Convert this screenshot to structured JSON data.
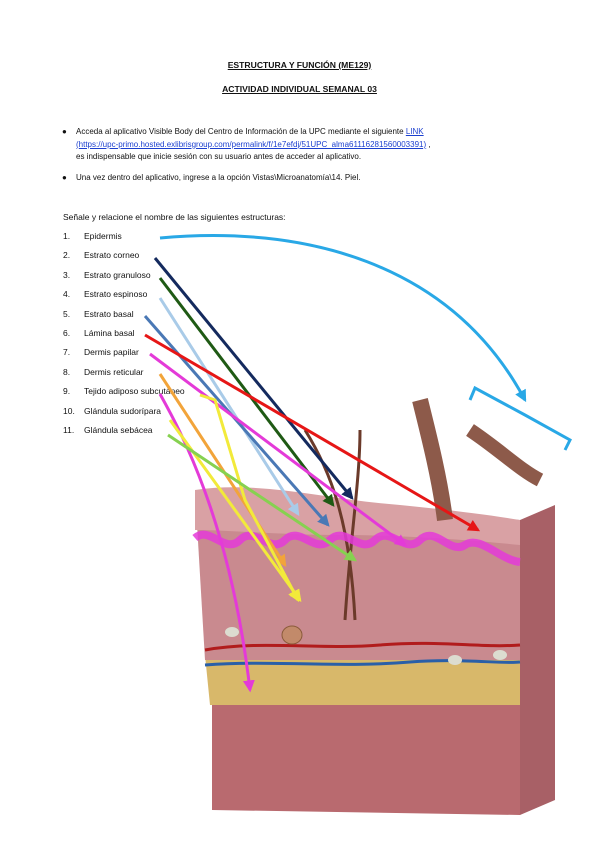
{
  "header": {
    "course_title": "ESTRUCTURA Y FUNCIÓN (ME129)",
    "activity_title": "ACTIVIDAD INDIVIDUAL SEMANAL 03"
  },
  "instructions": {
    "b1_text": "Acceda al aplicativo Visible Body del Centro de Información de la UPC mediante el siguiente ",
    "b1_link": "LINK",
    "b1_url": "(https://upc-primo.hosted.exlibrisgroup.com/permalink/f/1e7efdj/51UPC_alma61116281560003391)",
    "b1_tail": " ,",
    "b1_line3": "es indispensable que inicie sesión con su usuario antes de acceder al aplicativo.",
    "b2_text": "Una vez dentro del aplicativo, ingrese a la opción Vistas\\Microanatomía\\14. Piel."
  },
  "task": {
    "intro": "Señale y relacione el nombre de las siguientes estructuras:",
    "items": [
      {
        "num": "1.",
        "label": "Epidermis"
      },
      {
        "num": "2.",
        "label": "Estrato corneo"
      },
      {
        "num": "3.",
        "label": "Estrato granuloso"
      },
      {
        "num": "4.",
        "label": "Estrato espinoso"
      },
      {
        "num": "5.",
        "label": "Estrato basal"
      },
      {
        "num": "6.",
        "label": "Lámina basal"
      },
      {
        "num": "7.",
        "label": "Dermis papilar"
      },
      {
        "num": "8.",
        "label": "Dermis reticular"
      },
      {
        "num": "9.",
        "label": "Tejido adiposo subcutáneo"
      },
      {
        "num": "10.",
        "label": "Glándula sudorípara"
      },
      {
        "num": "11.",
        "label": "Glándula sebácea"
      }
    ]
  },
  "colors": {
    "epidermis": "#29a8e6",
    "corneo": "#142a5e",
    "granuloso": "#1f5a14",
    "espinoso": "#a9cbe8",
    "basal": "#4a78b5",
    "lamina": "#e61616",
    "papilar": "#e43ad8",
    "reticular": "#f2a43a",
    "adiposo": "#e8c83a",
    "sudoripara": "#f2ea3a",
    "sebacea": "#86d150",
    "dermis": "#c98a8f",
    "fat": "#d8b86a",
    "hypo": "#b96a6f"
  }
}
